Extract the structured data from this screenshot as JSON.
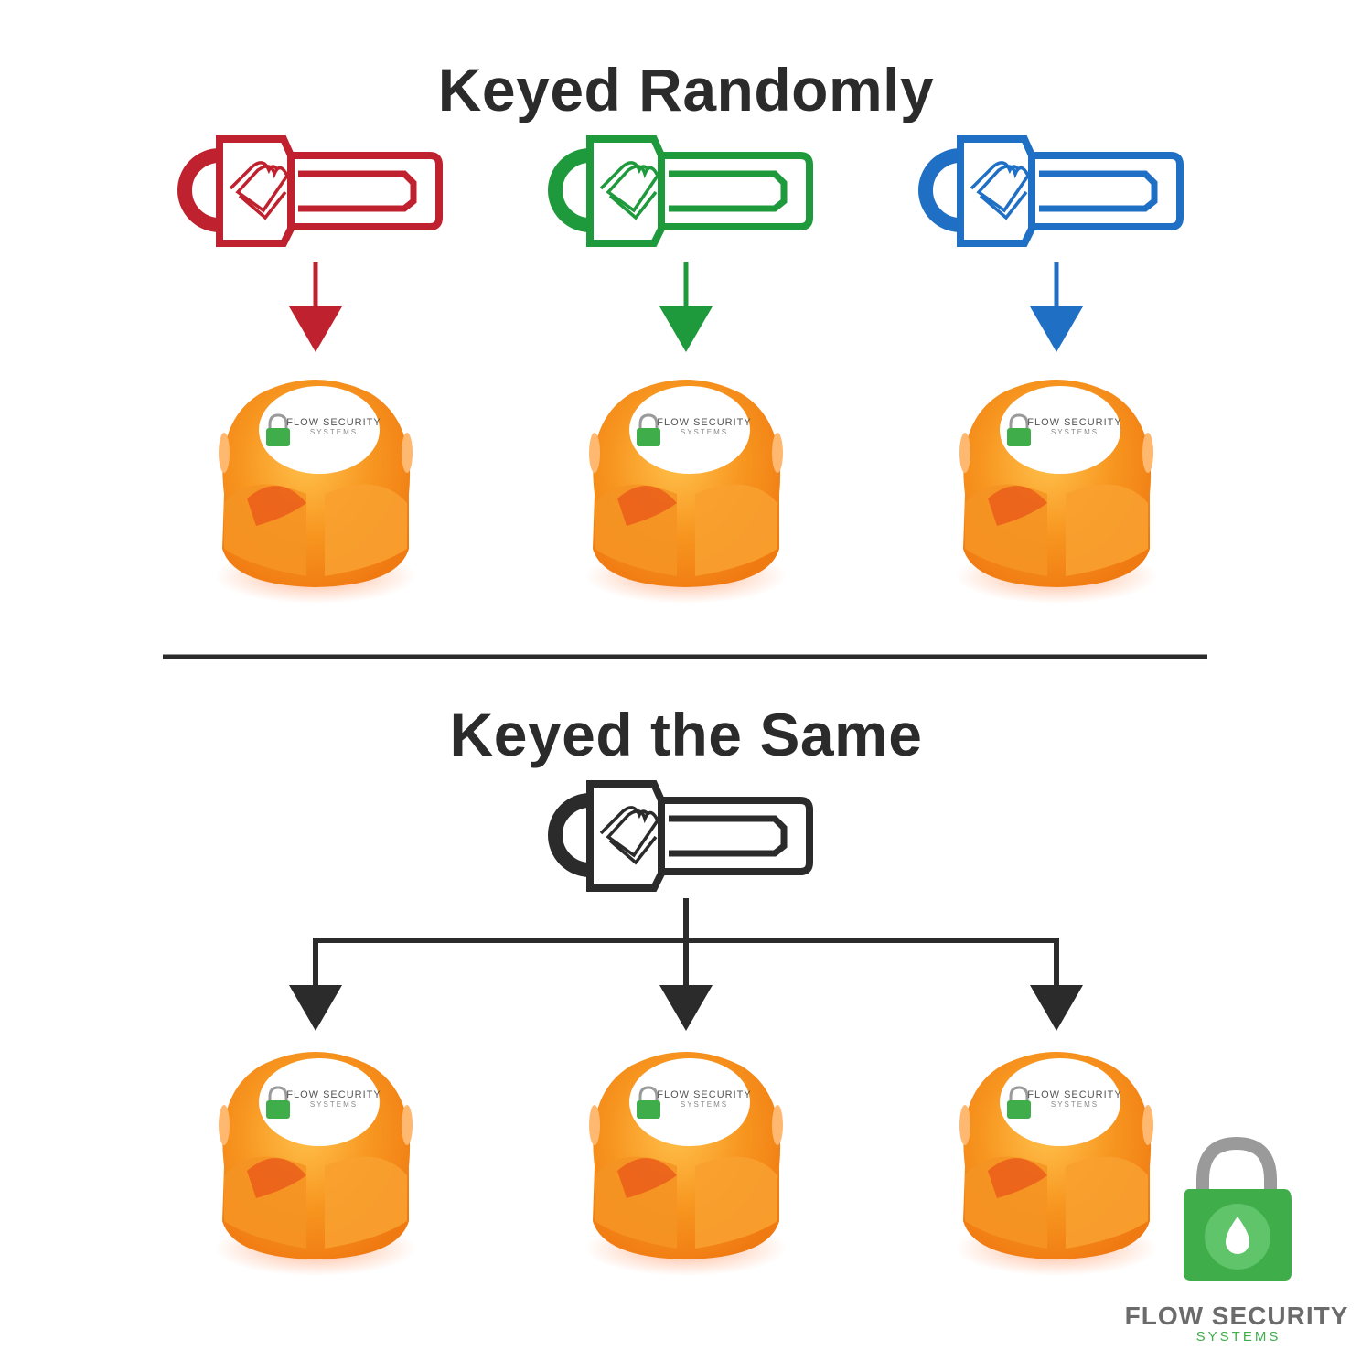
{
  "diagram": {
    "top_title": "Keyed Randomly",
    "bottom_title": "Keyed the Same",
    "key_colors": [
      "#c0212f",
      "#1e9a3c",
      "#1f6fc4"
    ],
    "shared_key_color": "#2b2b2b",
    "cap_color": "#f7951f",
    "cap_label_line1": "FLOW SECURITY",
    "cap_label_line2": "SYSTEMS"
  },
  "brand": {
    "name_line1": "FLOW SECURITY",
    "name_line2": "SYSTEMS",
    "lock_green": "#3fae4a",
    "shackle_gray": "#9a9a9a"
  }
}
